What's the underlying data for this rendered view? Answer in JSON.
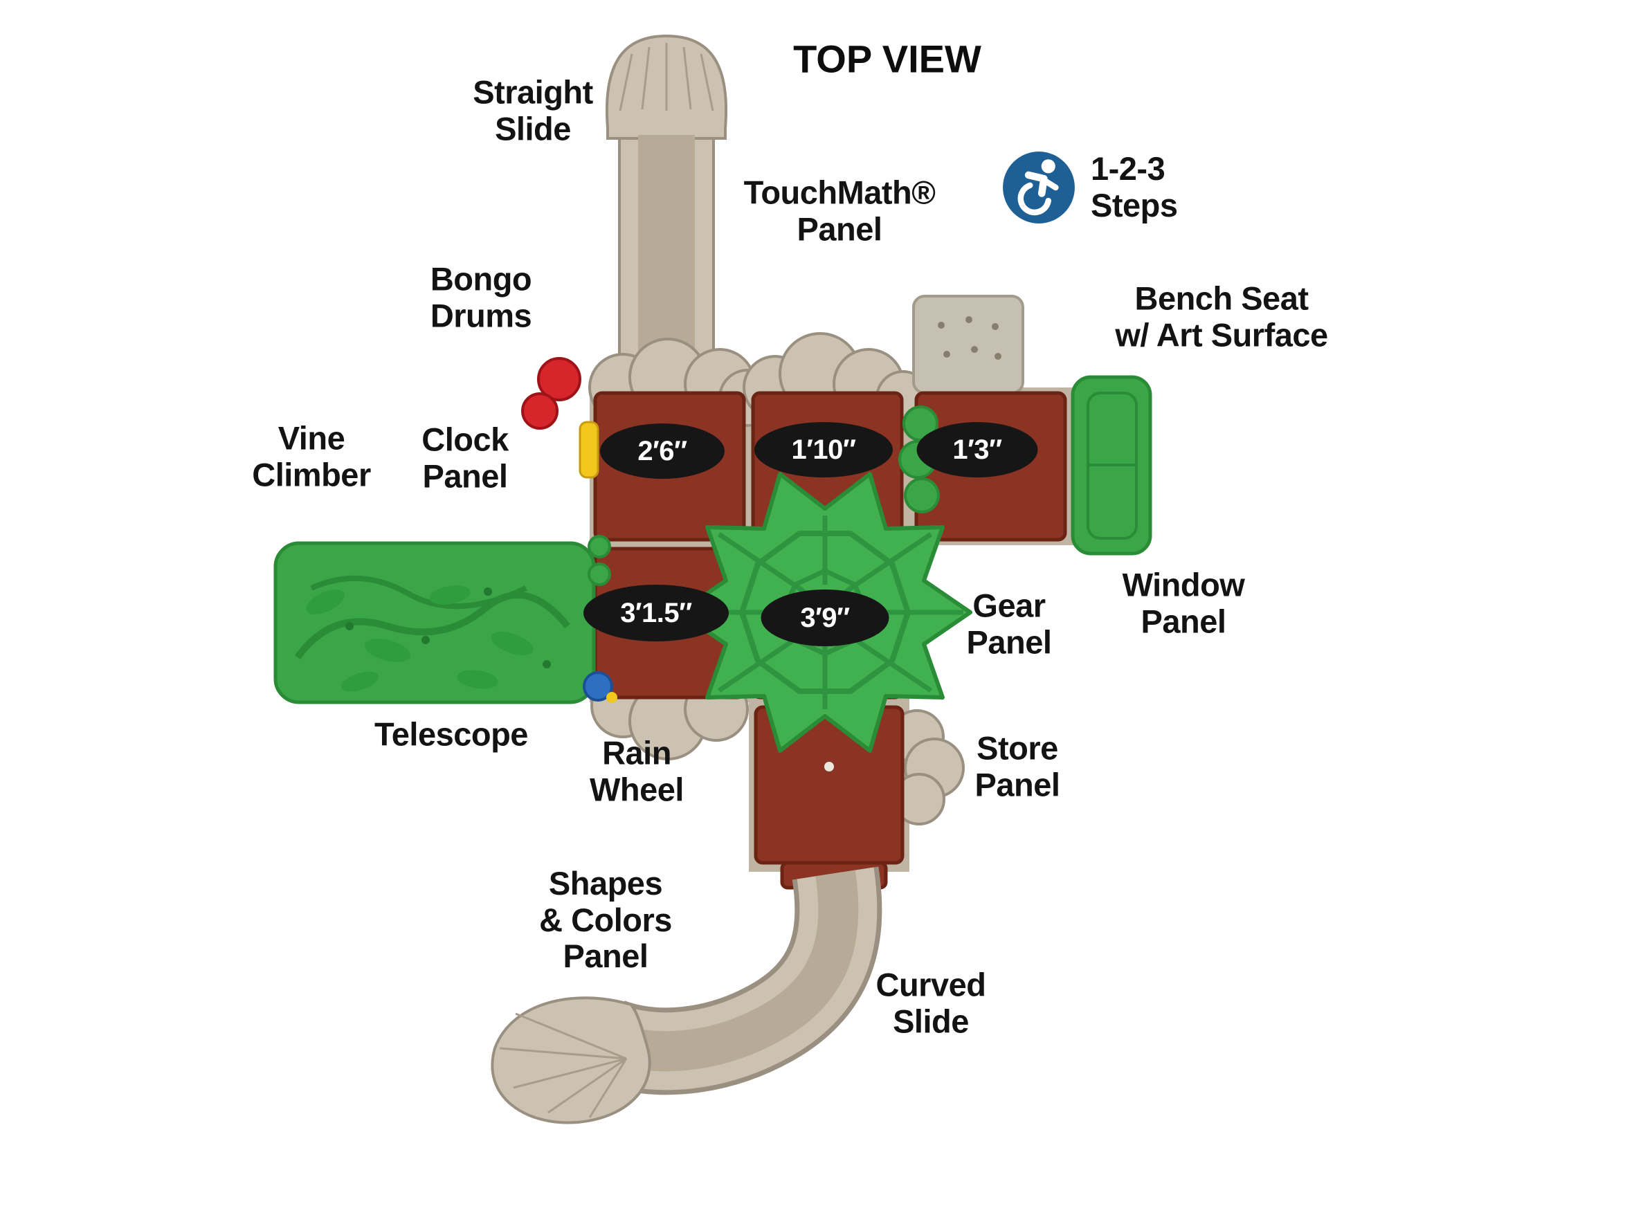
{
  "title": "TOP VIEW",
  "labels": {
    "straight_slide": "Straight\nSlide",
    "touchmath_panel": "TouchMath®\nPanel",
    "steps": "1-2-3\nSteps",
    "bongo_drums": "Bongo\nDrums",
    "bench_seat": "Bench Seat\nw/ Art Surface",
    "vine_climber": "Vine\nClimber",
    "clock_panel": "Clock\nPanel",
    "window_panel": "Window\nPanel",
    "gear_panel": "Gear\nPanel",
    "store_panel": "Store\nPanel",
    "telescope": "Telescope",
    "rain_wheel": "Rain\nWheel",
    "shapes_colors_panel": "Shapes\n& Colors\nPanel",
    "curved_slide": "Curved\nSlide"
  },
  "deck_heights": [
    "2′6″",
    "1′10″",
    "1′3″",
    "3′1.5″",
    "3′9″"
  ],
  "icons": {
    "accessibility": "wheelchair-accessible-icon"
  },
  "colors": {
    "deck_maroon": "#8c3423",
    "structure_tan": "#cbc2b1",
    "play_green": "#3aa648",
    "ada_blue": "#1e6095",
    "height_oval": "#161616",
    "drum_red": "#d6252b",
    "text": "#131313"
  }
}
